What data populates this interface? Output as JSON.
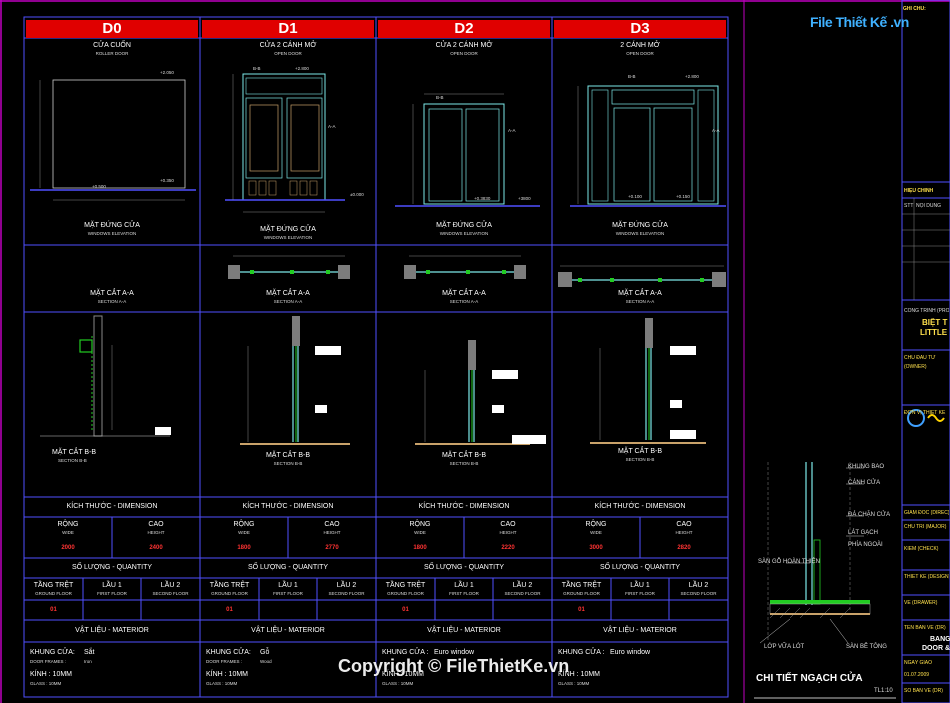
{
  "columns": [
    {
      "id": "D0",
      "title": "CỬA CUỐN",
      "subtitle": "ROLLER DOOR",
      "elev_title": "MẶT ĐỨNG CỬA",
      "elev_sub": "WINDOWS ELEVATION",
      "sec_title": "MẶT CẮT A-A",
      "sec_sub": "SECTION A-A",
      "secb_title": "MẶT CẮT B-B",
      "secb_sub": "SECTION B-B",
      "width": "2000",
      "height": "2400",
      "qty": "01",
      "frame_label": "KHUNG CỬA:",
      "frame_value": "Sắt",
      "frame_en": "DOOR FRAMES :",
      "frame_en_val": "Iron",
      "glass_label": "KÍNH : 10MM",
      "glass_en": "GLASS : 10MM",
      "lv1": "+2.050",
      "lv2": "+0.500",
      "lv3": "+0.350"
    },
    {
      "id": "D1",
      "title": "CỬA 2 CÁNH MỞ",
      "subtitle": "OPEN DOOR",
      "elev_title": "MẶT ĐỨNG CỬA",
      "elev_sub": "WINDOWS ELEVATION",
      "sec_title": "MẶT CẮT A-A",
      "sec_sub": "SECTION A-A",
      "secb_title": "MẶT CẮT B-B",
      "secb_sub": "SECTION B-B",
      "width": "1800",
      "height": "2770",
      "qty": "01",
      "frame_label": "KHUNG CỬA:",
      "frame_value": "Gỗ",
      "frame_en": "DOOR FRAMES :",
      "frame_en_val": "Wood",
      "glass_label": "KÍNH : 10MM",
      "glass_en": "GLASS : 10MM",
      "lv1": "+2.800",
      "lv2": "±0.000",
      "lv3": ""
    },
    {
      "id": "D2",
      "title": "CỬA 2 CÁNH MỞ",
      "subtitle": "OPEN DOOR",
      "elev_title": "MẶT ĐỨNG CỬA",
      "elev_sub": "WINDOWS ELEVATION",
      "sec_title": "MẶT CẮT A-A",
      "sec_sub": "SECTION A-A",
      "secb_title": "MẶT CẮT B-B",
      "secb_sub": "SECTION B-B",
      "width": "1800",
      "height": "2220",
      "qty": "01",
      "frame_label": "KHUNG CỬA :",
      "frame_value": "Euro window",
      "frame_en": "",
      "frame_en_val": "",
      "glass_label": "KÍNH : 10MM",
      "glass_en": "GLASS : 10MM",
      "lv1": "+0.3830",
      "lv2": "+3800",
      "lv3": "+3800"
    },
    {
      "id": "D3",
      "title": "2 CÁNH MỞ",
      "subtitle": "OPEN DOOR",
      "elev_title": "MẶT ĐỨNG CỬA",
      "elev_sub": "WINDOWS ELEVATION",
      "sec_title": "MẶT CẮT A-A",
      "sec_sub": "SECTION A-A",
      "secb_title": "MẶT CẮT B-B",
      "secb_sub": "SECTION B-B",
      "width": "3000",
      "height": "2820",
      "qty": "01",
      "frame_label": "KHUNG CỬA :",
      "frame_value": "Euro window",
      "frame_en": "",
      "frame_en_val": "",
      "glass_label": "KÍNH : 10MM",
      "glass_en": "GLASS : 10MM",
      "lv1": "+2.800",
      "lv2": "+0.100",
      "lv3": "+0.150"
    }
  ],
  "labels": {
    "dimension": "KÍCH THƯỚC - DIMENSION",
    "width": "RỘNG",
    "width_en": "WIDE",
    "height": "CAO",
    "height_en": "HEIGHT",
    "quantity": "SỐ LƯỢNG - QUANTITY",
    "ground": "TẦNG TRỆT",
    "ground_en": "GROUND FLOOR",
    "floor1": "LẦU 1",
    "floor1_en": "FIRST FLOOR",
    "floor2": "LẦU 2",
    "floor2_en": "SECOND FLOOR",
    "material": "VẬT LIỆU - MATERIOR",
    "bb": "B-B",
    "aa": "A-A"
  },
  "detail": {
    "title": "CHI TIẾT NGẠCH CỬA",
    "scale": "TL1:10",
    "khung_bao": "KHUNG BAO",
    "canh_cua": "CÁNH CỬA",
    "da_chan_cua": "ĐÁ CHẶN CỬA",
    "lat_gach": "LÁT GẠCH",
    "phia_ngoai": "PHÍA NGOÀI",
    "san_go": "SÀN GỖ HOÀN THIỆN",
    "lop_vua_lot": "LỚP VỮA LÓT",
    "san_be_tong": "SÀN BÊ TÔNG"
  },
  "title_block": {
    "ghi_chu": "GHI CHÚ:",
    "hieu_chinh": "HIỆU CHỈNH",
    "stt": "STT",
    "noi_dung": "NỘI DUNG",
    "cong_trinh": "CÔNG TRÌNH (PROJECT)",
    "project_1": "BIỆT T",
    "project_2": "LITTLE",
    "chu_dau_tu": "CHỦ ĐẦU TƯ",
    "owner": "(OWNER)",
    "don_vi": "ĐƠN VỊ THIẾT KẾ",
    "giam_doc": "GIÁM ĐỐC (DIREC)",
    "chu_tri": "CHỦ TRÌ (MAJOR)",
    "kiem": "KIỂM (CHECK)",
    "thiet_ke": "THIẾT KẾ (DESIGN)",
    "ve": "VẼ (DRAWER)",
    "ten_ban_ve": "TÊN BẢN VẼ (DR)",
    "bang": "BẢNG",
    "door_s": "DOOR &",
    "ngay": "NGÀY GIAO",
    "date": "01.07.2009",
    "so_ban_ve": "SỐ BẢN VẼ (DR)"
  },
  "watermark": {
    "logo_text": "File Thiết Kế .vn",
    "copyright": "Copyright © FileThietKe.vn"
  }
}
